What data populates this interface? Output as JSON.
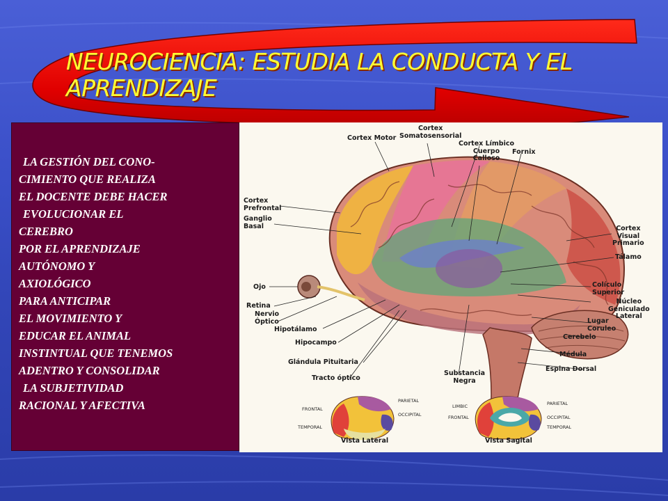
{
  "title": "NEUROCIENCIA: ESTUDIA LA CONDUCTA Y EL APRENDIZAJE",
  "title_lines": [
    "NEUROCIENCIA: ESTUDIA LA CONDUCTA Y EL",
    "APRENDIZAJE"
  ],
  "panel": {
    "lines": [
      " LA GESTIÓN  DEL CONO-",
      "CIMIENTO  QUE  REALIZA",
      "EL DOCENTE  DEBE HACER",
      " EVOLUCIONAR EL",
      "CEREBRO",
      "POR EL APRENDIZAJE",
      "AUTÓNOMO Y",
      "AXIOLÓGICO",
      "PARA ANTICIPAR",
      "EL MOVIMIENTO  Y",
      "EDUCAR EL ANIMAL",
      "INSTINTUAL  QUE TENEMOS",
      "ADENTRO Y CONSOLIDAR",
      " LA SUBJETIVIDAD",
      "RACIONAL Y AFECTIVA"
    ]
  },
  "brain_labels": {
    "cortex_motor": "Cortex Motor",
    "cortex_somato": [
      "Cortex",
      "Somatosensorial"
    ],
    "cortex_limbico": [
      "Cortex Límbico",
      "Cuerpo",
      "Calloso"
    ],
    "fornix": "Fornix",
    "cortex_prefrontal": [
      "Cortex",
      "Prefrontal"
    ],
    "ganglio_basal": [
      "Ganglio",
      "Basal"
    ],
    "cortex_visual": [
      "Cortex",
      "Visual",
      "Primario"
    ],
    "talamo": "Tálamo",
    "ojo": "Ojo",
    "coliculo": [
      "Colículo",
      "Superior"
    ],
    "nucleo": [
      "Núcleo",
      "Geniculado",
      "Lateral"
    ],
    "retina": "Retina",
    "nervio_optico": [
      "Nervio",
      "Óptico"
    ],
    "hipotalamo": "Hipotálamo",
    "lugar_coruleo": [
      "Lugar",
      "Coruleo"
    ],
    "cerebelo": "Cerebelo",
    "hipocampo": "Hipocampo",
    "medula": "Médula",
    "glandula_pituitaria": "Glándula Pituitaria",
    "espina_dorsal": "Espina Dorsal",
    "substancia_negra": [
      "Substancia",
      "Negra"
    ],
    "tracto_optico": "Tracto óptico",
    "vista_lateral": "Vista Lateral",
    "vista_sagital": "Vista Sagital",
    "lat_frontal": "FRONTAL",
    "lat_parietal": "PARIETAL",
    "lat_occipital": "OCCIPITAL",
    "lat_temporal": "TEMPORAL",
    "sag_limbic": "LIMBIC",
    "sag_parietal": "PARIETAL",
    "sag_frontal": "FRONTAL",
    "sag_occipital": "OCCIPITAL",
    "sag_temporal": "TEMPORAL"
  },
  "colors": {
    "background": "#3a4fc8",
    "arrow": "#ee0000",
    "title": "#ffff33",
    "panel": "#650035",
    "panel_text": "#ffffff"
  }
}
